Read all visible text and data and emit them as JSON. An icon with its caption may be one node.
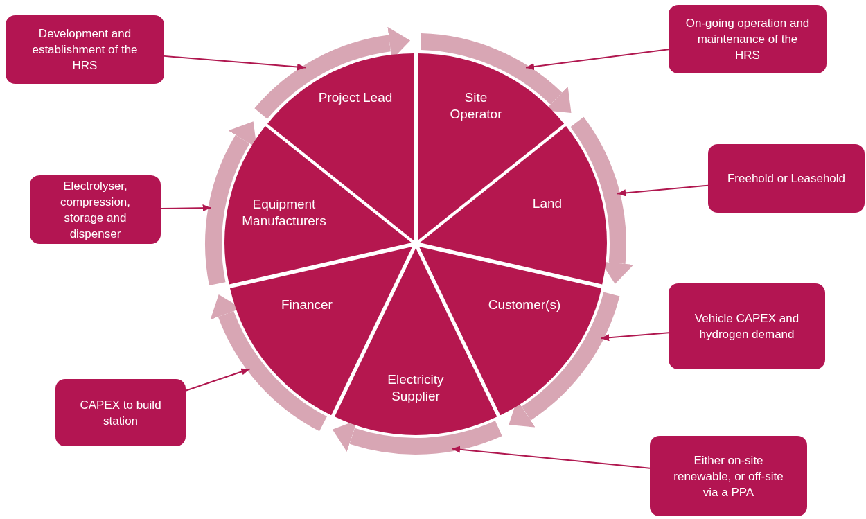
{
  "diagram": {
    "nodes": [
      {
        "text": [
          "Project Lead"
        ]
      },
      {
        "text": [
          "Site Operator"
        ]
      },
      {
        "text": [
          "Land"
        ]
      },
      {
        "text": [
          "Customer(s)"
        ]
      },
      {
        "text": [
          "Electricity Supplier"
        ]
      },
      {
        "text": [
          "Financer"
        ]
      },
      {
        "text": [
          "Equipment Manufacturers"
        ]
      },
      {
        "text": [
          "Development and establishment of the HRS"
        ]
      },
      {
        "text": [
          "On-going operation and maintenance of the HRS"
        ]
      },
      {
        "text": [
          "Freehold or Leasehold"
        ]
      },
      {
        "text": [
          "Vehicle CAPEX and hydrogen demand"
        ]
      },
      {
        "text": [
          "Either on-site renewable, or off-site via a PPA"
        ]
      },
      {
        "text": [
          "CAPEX to build station"
        ]
      },
      {
        "text": [
          "Electrolyser, compression, storage and dispenser"
        ]
      }
    ],
    "edges": [
      {
        "from": 7,
        "to": 0,
        "arrow": "to"
      },
      {
        "from": 8,
        "to": 1,
        "arrow": "to"
      },
      {
        "from": 9,
        "to": 2,
        "arrow": "to"
      },
      {
        "from": 10,
        "to": 3,
        "arrow": "to"
      },
      {
        "from": 11,
        "to": 4,
        "arrow": "to"
      },
      {
        "from": 12,
        "to": 5,
        "arrow": "to"
      },
      {
        "from": 13,
        "to": 6,
        "arrow": "to"
      }
    ]
  }
}
